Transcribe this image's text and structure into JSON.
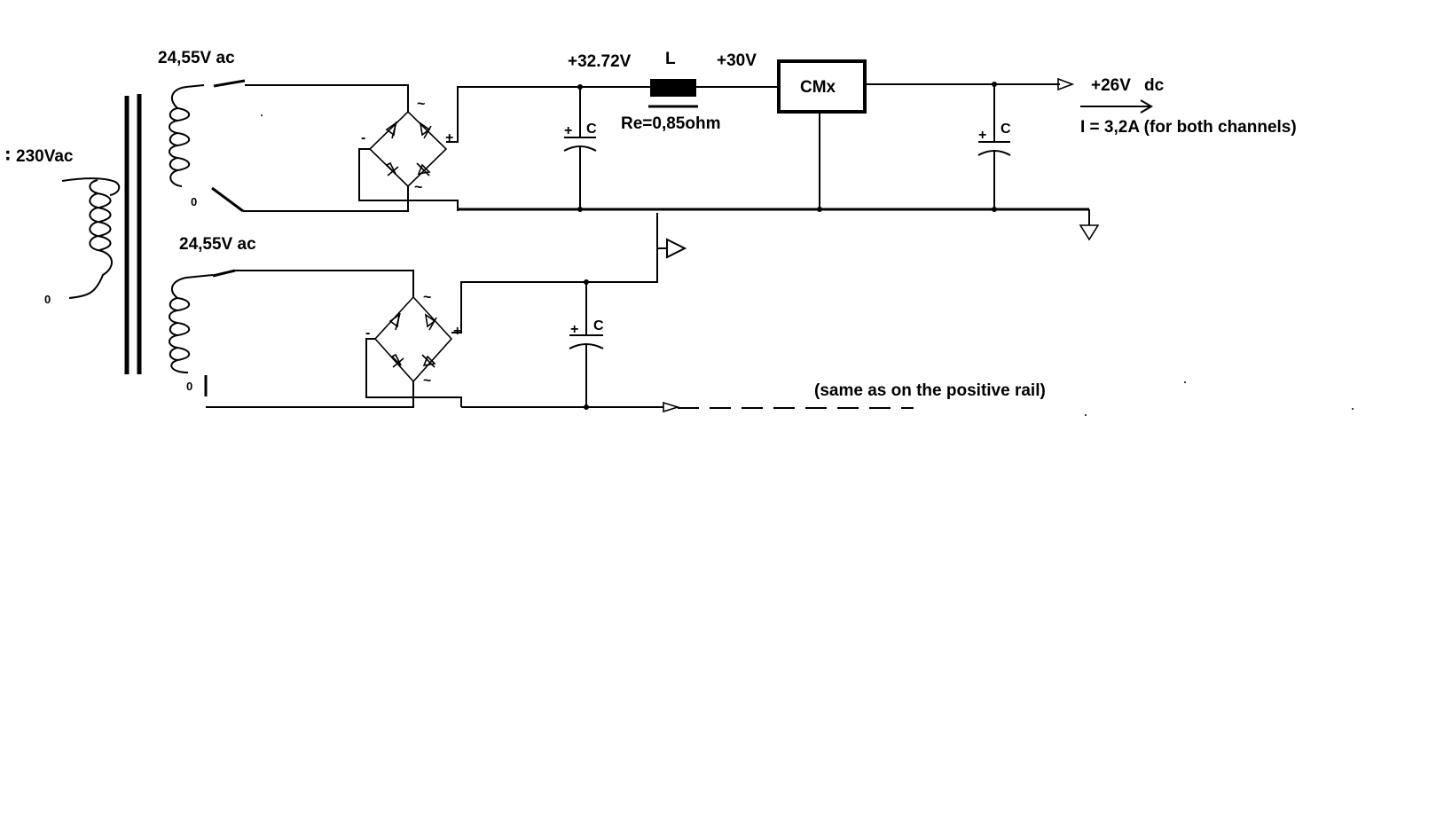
{
  "labels": {
    "primary_voltage": "230Vac",
    "primary_prefix_glyph": "∶",
    "primary_phase_mark": "0",
    "secondary_top_voltage": "24,55V ac",
    "secondary_top_phase_mark": "0",
    "secondary_bottom_voltage": "24,55V ac",
    "secondary_bottom_phase_mark": "0",
    "rectified_voltage": "+32.72V",
    "inductor_name": "L",
    "inductor_resistance": "Re=0,85ohm",
    "post_inductor_voltage": "+30V",
    "regulator_name": "CMx",
    "output_voltage": "+26V",
    "output_type": "dc",
    "output_current": "I = 3,2A (for both channels)",
    "negative_rail_note": "(same as on the positive rail)"
  },
  "capacitors": [
    {
      "label": "C",
      "polarity": "+"
    },
    {
      "label": "C",
      "polarity": "+"
    },
    {
      "label": "C",
      "polarity": "+"
    }
  ],
  "bridges": [
    {
      "ac1": "~",
      "ac2": "~",
      "plus": "+",
      "minus": "-"
    },
    {
      "ac1": "~",
      "ac2": "~",
      "plus": "+",
      "minus": "-"
    }
  ],
  "symbols": {
    "ground": "ground-icon",
    "arrow": "arrow-right-icon",
    "inductor": "inductor-icon",
    "capacitor": "polarized-capacitor-icon",
    "diode": "diode-icon"
  }
}
